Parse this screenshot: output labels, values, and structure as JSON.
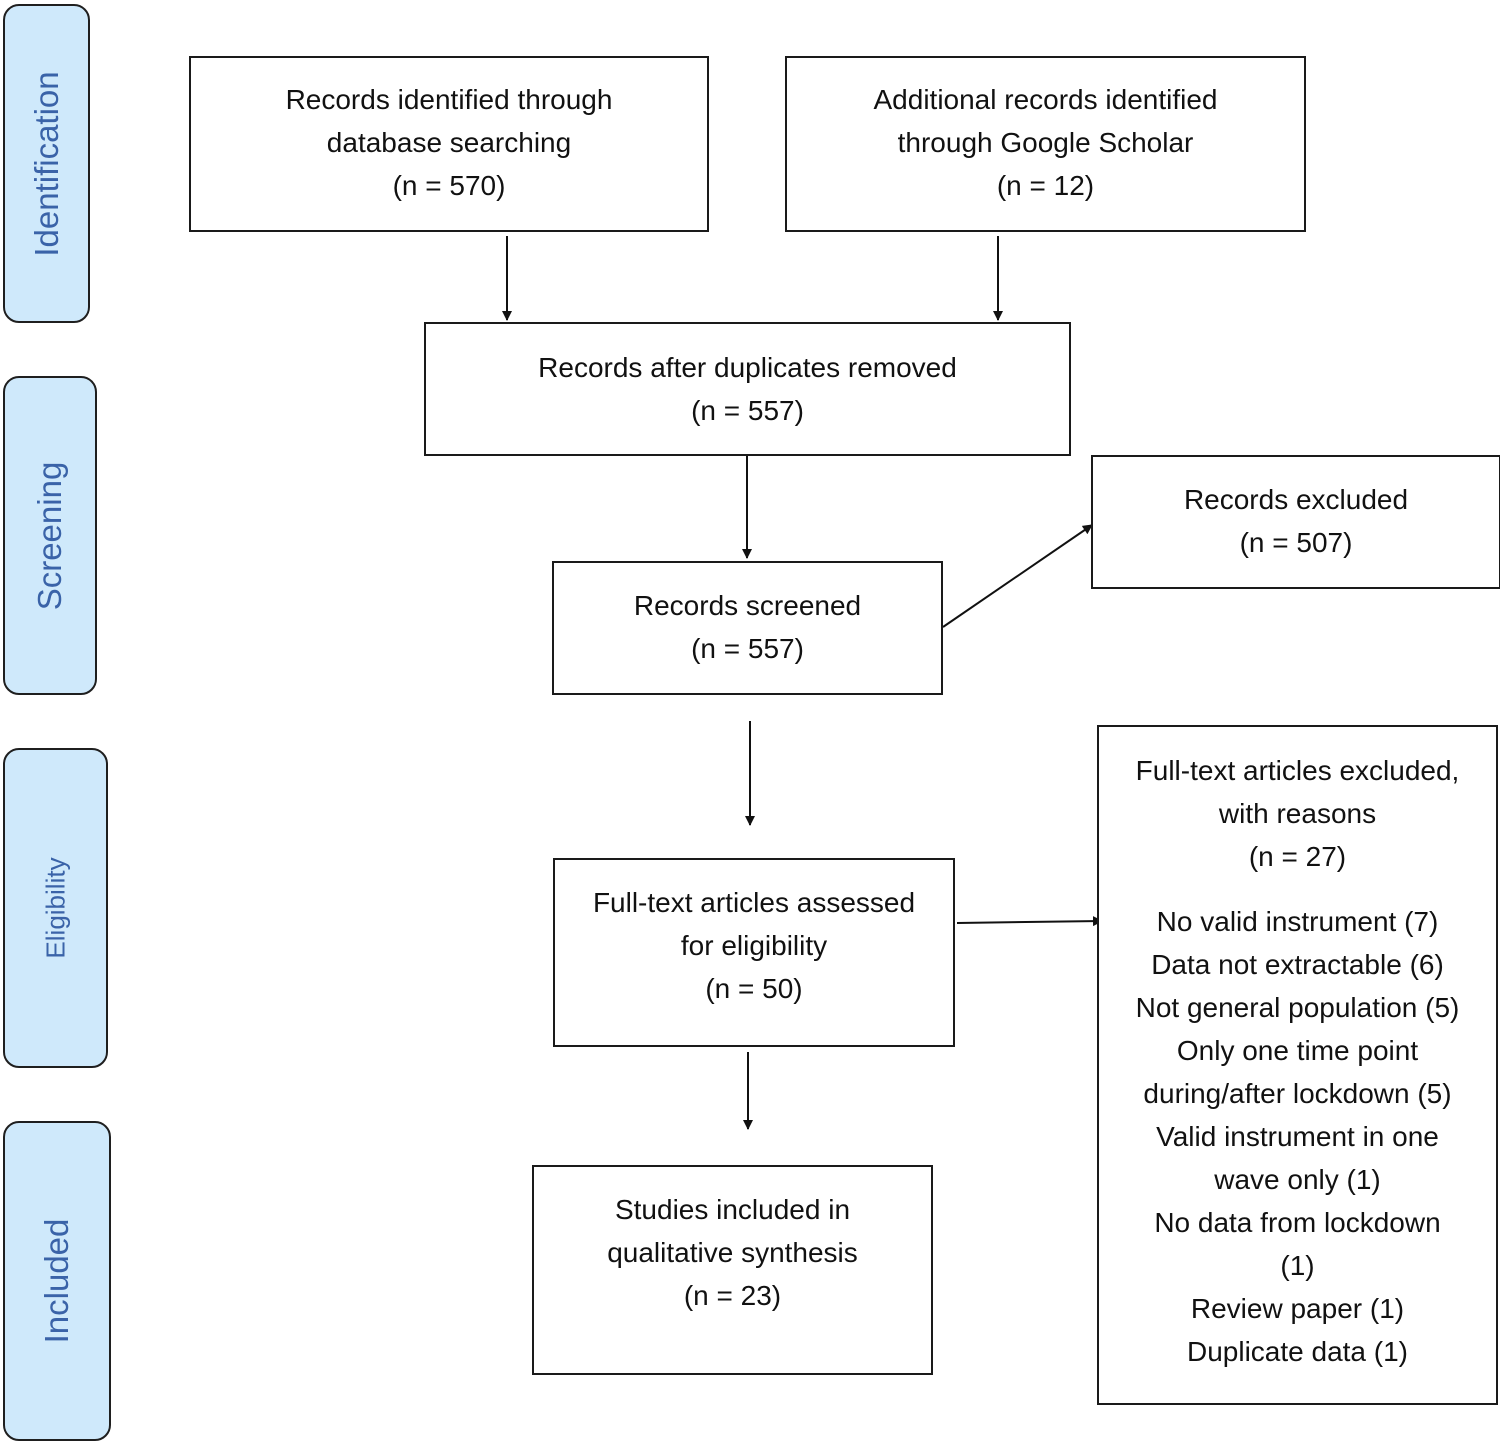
{
  "stages": {
    "identification": "Identification",
    "screening": "Screening",
    "eligibility": "Eligibility",
    "included": "Included"
  },
  "boxes": {
    "database": {
      "line1": "Records identified through",
      "line2": "database searching",
      "line3": "(n = 570)"
    },
    "additional": {
      "line1": "Additional records identified",
      "line2": "through Google Scholar",
      "line3": "(n = 12)"
    },
    "duplicates": {
      "line1": "Records after duplicates removed",
      "line2": "(n = 557)"
    },
    "excluded": {
      "line1": "Records excluded",
      "line2": "(n = 507)"
    },
    "screened": {
      "line1": "Records screened",
      "line2": "(n = 557)"
    },
    "fulltext": {
      "line1": "Full-text articles assessed",
      "line2": "for eligibility",
      "line3": "(n = 50)"
    },
    "included": {
      "line1": "Studies included in",
      "line2": "qualitative synthesis",
      "line3": "(n = 23)"
    },
    "fulltext_excluded": {
      "header1": "Full-text articles excluded,",
      "header2": "with reasons",
      "header3": "(n = 27)",
      "reasons": [
        "No valid instrument (7)",
        "Data not extractable (6)",
        "Not general population (5)",
        "Only one time point",
        "during/after lockdown (5)",
        "Valid instrument in one",
        "wave only (1)",
        "No data from lockdown",
        "(1)",
        "Review paper (1)",
        "Duplicate data (1)"
      ]
    }
  }
}
